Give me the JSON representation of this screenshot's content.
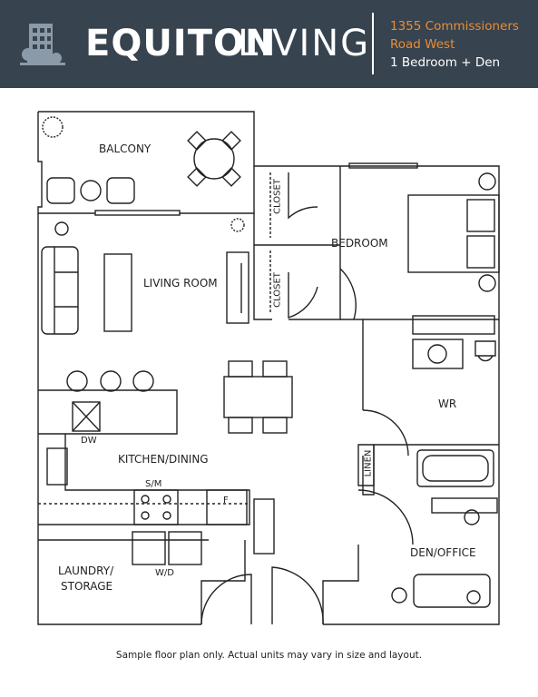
{
  "colors": {
    "header_bg": "#37434e",
    "brand_white": "#ffffff",
    "accent_orange": "#e98c35",
    "plan_line": "#222222"
  },
  "header": {
    "logo_icon": "building-tree-icon",
    "brand_bold": "EQUITON",
    "brand_light": "LIVING",
    "address_line_1": "1355 Commissioners",
    "address_line_2": "Road West",
    "unit_type": "1 Bedroom + Den"
  },
  "rooms": {
    "balcony": "BALCONY",
    "living_room": "LIVING ROOM",
    "bedroom": "BEDROOM",
    "closet_top": "CLOSET",
    "closet_bottom": "CLOSET",
    "washroom": "WR",
    "dishwasher": "DW",
    "kitchen_dining": "KITCHEN/DINING",
    "stove_microwave": "S/M",
    "fridge": "F",
    "linen": "LINEN",
    "den_office": "DEN/OFFICE",
    "laundry_storage_1": "LAUNDRY/",
    "laundry_storage_2": "STORAGE",
    "washer_dryer": "W/D"
  },
  "footer": {
    "note": "Sample floor plan only. Actual units may vary in size and layout."
  }
}
